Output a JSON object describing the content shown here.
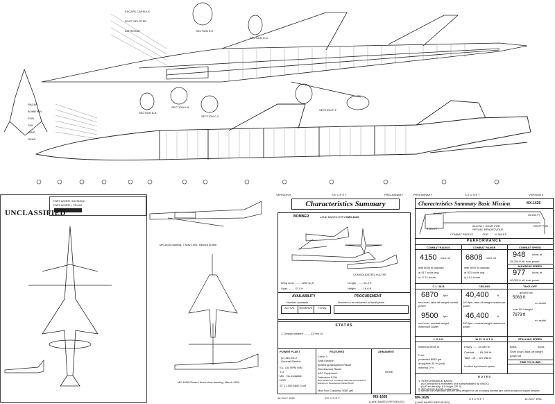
{
  "top_drawing": {
    "section_labels": [
      "SECTION E-E",
      "SECTION A-A",
      "SECTION B-B",
      "SECTION C-C",
      "SECTION D-D",
      "SECTION F-F"
    ],
    "small_labels": [
      "ESCAPE CAPSULE",
      "DUCT SPLITTER",
      "AIR INTAKE",
      "RADAR",
      "BOMB BAY",
      "FUEL",
      "TAIL",
      "WING",
      "GEAR"
    ]
  },
  "left_sheet": {
    "stamp": "UNCLASSIFIED",
    "header_lines": [
      "FORT WORTH DIVISION",
      "FORT WORTH, TEXAS"
    ],
    "caption_top": "MX-1626 drawing, 7 May 1951, inboard profile.",
    "caption_bottom": "MX-1626 Phase I three-view drawing, March 1951."
  },
  "middle_sheet": {
    "version": "VERSION 6",
    "secret": "S E C R E T",
    "prelim": "PRELIMINARY",
    "title": "Characteristics Summary",
    "type": "BOMBER",
    "land_based": "LAND BASED-REFUEL",
    "model": "MX-1626",
    "label_consolidated": "CONSOLIDATED-VULTEE",
    "dims": [
      "Wing area ........ 1200 sq ft",
      "Span ........ 47.0 ft",
      "Length ........ 81.0 ft",
      "Height ........ 16.8 ft"
    ],
    "availability_title": "AVAILABILITY",
    "procurement_title": "PROCUREMENT",
    "availability_text": "Number available",
    "procurement_text": "Number to be delivered in fiscal years",
    "avail_cols": [
      "ACTIVE",
      "RESERVE",
      "TOTAL"
    ],
    "status_title": "STATUS",
    "status_text": "1. Design initiated ........ 21 Feb 51",
    "power_title": "POWER PLANT",
    "power_lines": [
      "(2) J53-GE-X",
      "General Electric",
      "T.O.",
      "S.L.  LB.  RPM  MIN",
      "MIL",
      "NOR",
      "No available",
      "ST  17,000  6800  Cont"
    ],
    "features_title": "FEATURES",
    "features": [
      "Crew: 3",
      "Seat Ejection",
      "Bombing-Navigation Radar",
      "Rendezvous Radar",
      "APC Equipment",
      "Defensive ECM",
      "Expendable Pod Containing Warhead and Guidance Equipment. Released as Guided Bomb",
      "Max Fuel Capacity: 8082 gal"
    ],
    "armament_title": "ARMAMENT",
    "armament": "NONE",
    "footer_date": "15 JULY 1951",
    "footer_model": "MX-1626",
    "footer_sub": "(LAND BASED-REFUELED)"
  },
  "right_sheet": {
    "prelim": "PRELIMINARY",
    "secret": "S E C R E T",
    "version": "VERSION 6",
    "title": "Characteristics Summary Basic Mission",
    "model": "MX-1626",
    "profile_alts": [
      "53,800 FT",
      "35,250 FT",
      "9,600 FT"
    ],
    "profile_notes": [
      "ALLOW 1 HOUR FOR",
      "REFUEL  RENDEZVOUS",
      "COMBAT RADIUS",
      "4150",
      "N. MILES",
      "DROP POD"
    ],
    "performance_title": "PERFORMANCE",
    "combat_radius_title": "COMBAT RADIUS",
    "combat_radius_value": "4150",
    "combat_radius_unit": "naut. mi",
    "combat_radius_lines": [
      "with 8000 lb payload",
      "at 517 knots avg",
      "in 17.11 hours"
    ],
    "combat_range_title": "COMBAT RANGE",
    "combat_range_value": "6808",
    "combat_range_unit": "naut. mi",
    "combat_range_lines": [
      "with 8000 lb payload",
      "at 521 knots avg",
      "in 14.0 hours"
    ],
    "combat_speed_title": "COMBAT SPEED",
    "combat_speed_value": "948",
    "combat_speed_unit": "knots at",
    "combat_speed_line": "35,250 ft alt. max power",
    "max_speed_title": "MAXIMUM SPEED",
    "max_speed_value": "977",
    "max_speed_unit": "knots at",
    "max_speed_line": "40,000 ft alt. max power",
    "climb_title": "C L I M B",
    "climb_value": "6870",
    "climb_unit": "fpm",
    "climb_line": "sea level, take-off weight normal power",
    "ceiling_title": "CEILING",
    "ceiling_value": "40,400",
    "ceiling_unit": "ft",
    "ceiling_line": "100 fpm, take-off weight maximum power",
    "takeoff_title": "TAKE-OFF",
    "takeoff_lines": [
      "ground run",
      "5083 ft",
      "no assist",
      "over 50 ft height",
      "7878 ft",
      "no assist"
    ],
    "climb2_value": "9500",
    "climb2_unit": "fpm",
    "climb2_line": "sea level, combat weight maximum power",
    "ceiling2_value": "46,400",
    "ceiling2_unit": "ft",
    "ceiling2_line": "500 fpm, combat weight maximum power",
    "load_title": "L O A D",
    "weight_title": "W E I G H T S",
    "load_lines": [
      "Warhead        8000 lb",
      "Fuel:",
      "protected    8082 gal",
      "droppable      35 % (pod)",
      "external        0 %"
    ],
    "weight_lines": [
      "Empty ...... 34,339 lb",
      "Combat ...... 85,266 lb",
      "Take - off .. 187,288 lb",
      "Limited by internal space"
    ],
    "stall_title": "STALLING SPEED",
    "stall_lines": [
      "knots",
      "Basic",
      "Gear down, take-off weight",
      "power off"
    ],
    "time_title": "TIME TO CLIMB",
    "notes_title": "N O T E S",
    "notes": [
      "1. PERFORMANCE BASIS:",
      "(a) Contractor's estimates (not substantiated by WADC)",
      "(b) Fuel density: 6.5 lb/gal (JP-3)",
      "2. REVISION BASIS: Initial issue",
      "3. Alternate non-expendable pods are being designed for use in carrying standard type bombs and ground support weapons."
    ],
    "footer_date": "15 JULY 1951",
    "footer_model": "MX-1626",
    "footer_sub": "(LAND BASED-REFUELED)"
  }
}
